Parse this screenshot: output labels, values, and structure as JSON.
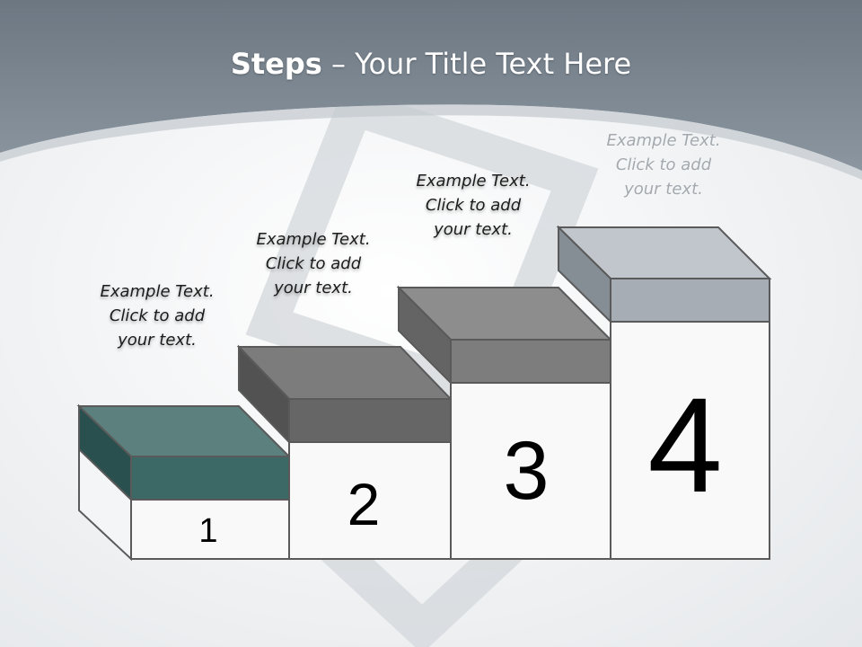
{
  "slide": {
    "title_bold": "Steps",
    "title_rest": "– Your Title Text Here",
    "colors": {
      "header": "#7d8993",
      "step1": "#3c6966",
      "step2": "#666666",
      "step3": "#7d7d7d",
      "step4": "#a7adb4"
    }
  },
  "steps": [
    {
      "number": "1",
      "lines": [
        "Example Text.",
        "Click  to add",
        "your text."
      ]
    },
    {
      "number": "2",
      "lines": [
        "Example Text.",
        "Click  to add",
        "your text."
      ]
    },
    {
      "number": "3",
      "lines": [
        "Example Text.",
        "Click  to add",
        "your text."
      ]
    },
    {
      "number": "4",
      "lines": [
        "Example Text.",
        "Click  to add",
        "your text."
      ]
    }
  ]
}
